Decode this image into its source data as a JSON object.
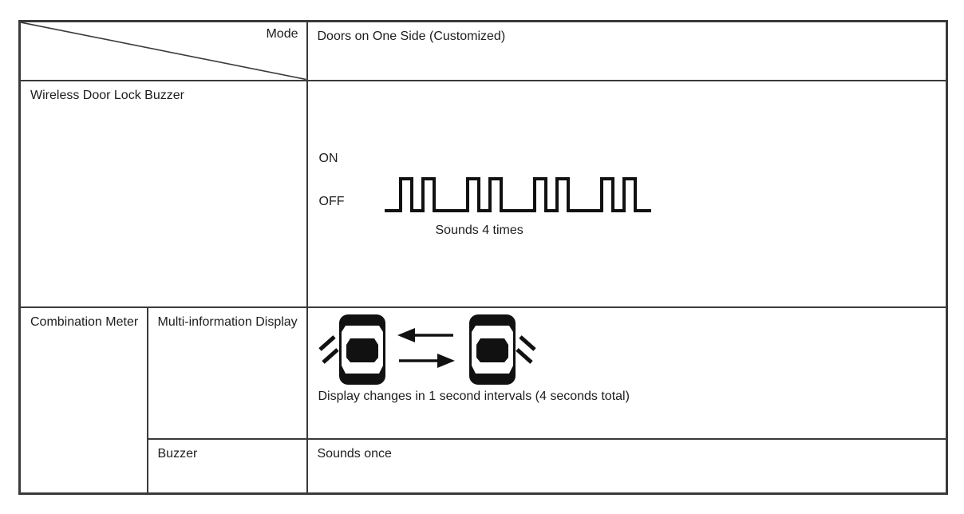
{
  "table": {
    "header": {
      "mode_label": "Mode",
      "mode_value": "Doors on One Side (Customized)"
    },
    "wireless_buzzer_row": {
      "label": "Wireless Door Lock Buzzer",
      "waveform": {
        "on_label": "ON",
        "off_label": "OFF",
        "caption": "Sounds 4 times",
        "pulse_groups": 4,
        "pulses_per_group": 2
      }
    },
    "combination_meter": {
      "group_label": "Combination Meter",
      "multi_info_row": {
        "label": "Multi-information Display",
        "caption": "Display changes in 1 second intervals (4 seconds total)"
      },
      "buzzer_row": {
        "label": "Buzzer",
        "value": "Sounds once"
      }
    }
  },
  "icons": {
    "left_car": "car-top-view-doors-open-left",
    "right_car": "car-top-view-doors-open-right",
    "arrows": "alternating-swap-arrows"
  },
  "colors": {
    "border": "#3a3a3a",
    "text": "#1d1d1d",
    "icon_fill": "#111111",
    "background": "#ffffff"
  }
}
